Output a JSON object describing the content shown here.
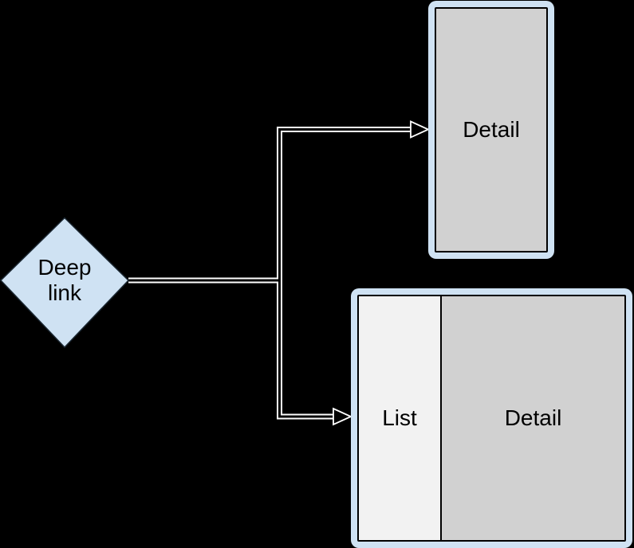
{
  "colors": {
    "background": "#000000",
    "shape_blue": "#cfe2f3",
    "panel_gray": "#d1d1d1",
    "panel_light_gray": "#f2f2f2",
    "inner_border": "#000000",
    "connector_casing": "#ffffff",
    "connector_core": "#000000",
    "text": "#000000"
  },
  "diagram": {
    "deep_link": {
      "label": "Deep\nlink"
    },
    "detail_screen": {
      "label": "Detail"
    },
    "list_detail_screen": {
      "list_label": "List",
      "detail_label": "Detail"
    }
  }
}
